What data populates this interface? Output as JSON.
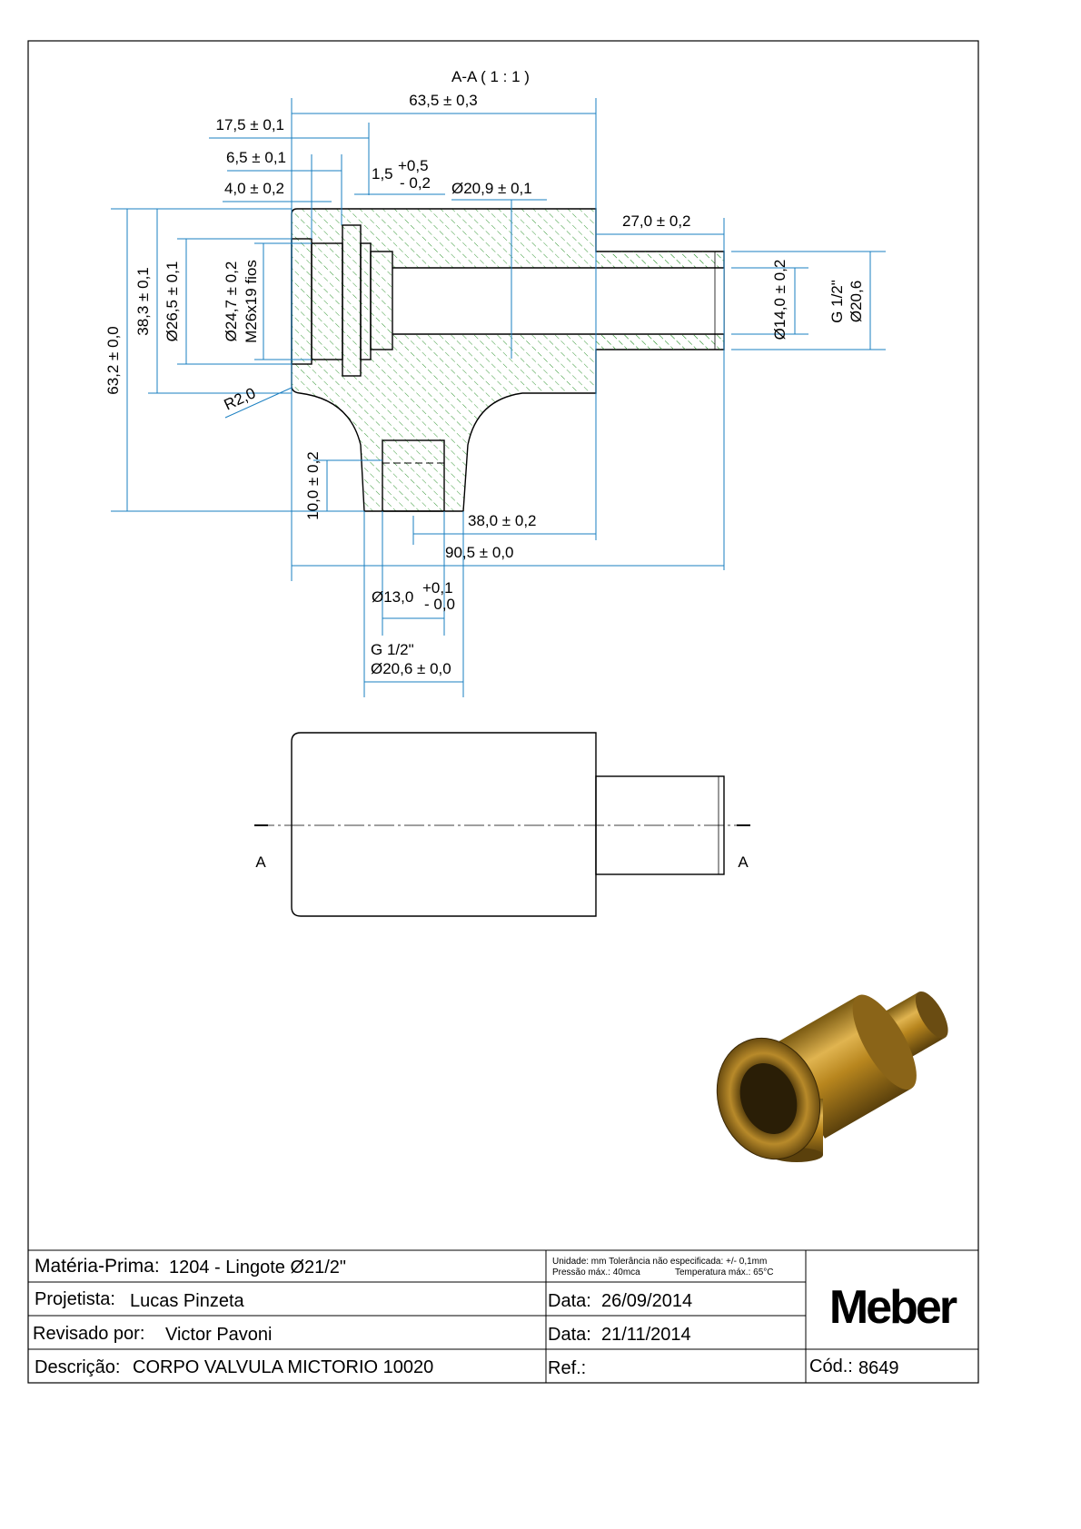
{
  "drawing": {
    "section_title": "A-A ( 1 : 1 )",
    "dims": {
      "d63_5": "63,5 ± 0,3",
      "d17_5": "17,5 ± 0,1",
      "d6_5": "6,5 ± 0,1",
      "d4_0": "4,0 ± 0,2",
      "d1_5": "1,5",
      "d1_5_up": "+0,5",
      "d1_5_low": "- 0,2",
      "d20_9": "Ø20,9 ± 0,1",
      "d27_0": "27,0 ± 0,2",
      "d63_2": "63,2 ± 0,0",
      "d38_3": "38,3 ± 0,1",
      "d26_5": "Ø26,5 ± 0,1",
      "d24_7": "Ø24,7 ± 0,2",
      "m26": "M26x19 fios",
      "r2": "R2,0",
      "d14_0": "Ø14,0 ± 0,2",
      "g12_r": "G 1/2\"",
      "d20_6_r": "Ø20,6",
      "d10_0": "10,0 ± 0,2",
      "d38_0": "38,0 ± 0,2",
      "d90_5": "90,5 ± 0,0",
      "d13_0": "Ø13,0",
      "d13_up": "+0,1",
      "d13_low": "- 0,0",
      "g12_b": "G 1/2\"",
      "d20_6_b": "Ø20,6 ± 0,0"
    },
    "section_marker_left": "A",
    "section_marker_right": "A"
  },
  "title_block": {
    "materia_label": "Matéria-Prima:",
    "materia_value": "1204 - Lingote Ø21/2\"",
    "notes_line1": "Unidade: mm Tolerância não especificada: +/- 0,1mm",
    "notes_line2a": "Pressão máx.: 40mca",
    "notes_line2b": "Temperatura máx.: 65°C",
    "projetista_label": "Projetista:",
    "projetista_value": "Lucas Pinzeta",
    "data1_label": "Data:",
    "data1_value": "26/09/2014",
    "revisado_label": "Revisado por:",
    "revisado_value": "Victor Pavoni",
    "data2_label": "Data:",
    "data2_value": "21/11/2014",
    "descricao_label": "Descrição:",
    "descricao_value": "CORPO VALVULA MICTORIO 10020",
    "ref_label": "Ref.:",
    "cod_label": "Cód.:",
    "cod_value": "8649",
    "logo": "Meber"
  }
}
